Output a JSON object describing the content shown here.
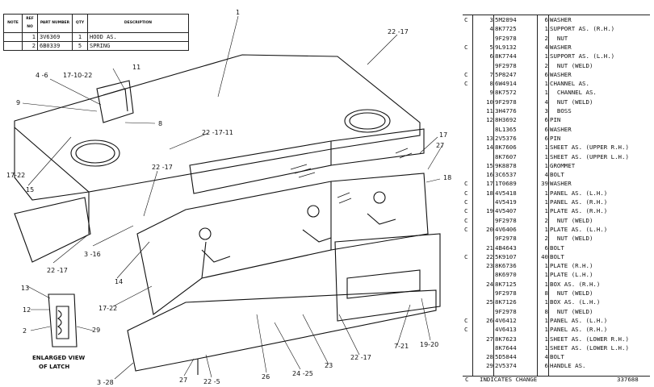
{
  "header_table": {
    "columns": [
      "NOTE",
      "REF NO",
      "PART NUMBER",
      "QTY",
      "DESCRIPTION"
    ],
    "rows": [
      {
        "note": "",
        "ref": "1",
        "part": "3V6369",
        "qty": "1",
        "desc": "HOOD AS."
      },
      {
        "note": "",
        "ref": "2",
        "part": "6B0339",
        "qty": "5",
        "desc": "SPRING"
      }
    ]
  },
  "callouts": [
    "1",
    "22 -17",
    "11",
    "17-10-22",
    "4 -6",
    "9",
    "8",
    "22 -17-11",
    "17",
    "27",
    "18",
    "15",
    "17-22",
    "22 -17",
    "3 -16",
    "22 -17",
    "14",
    "17-22",
    "13",
    "12",
    "2",
    "29",
    "3 -28",
    "27",
    "22 -5",
    "26",
    "24 -25",
    "23",
    "22 -17",
    "7-21",
    "19-20"
  ],
  "latch_caption": [
    "ENLARGED VIEW",
    "OF LATCH"
  ],
  "parts_list": [
    {
      "note": "C",
      "ref": "3",
      "part": "5M2894",
      "qty": "6",
      "desc": "WASHER"
    },
    {
      "note": "",
      "ref": "4",
      "part": "8K7725",
      "qty": "1",
      "desc": "SUPPORT AS. (R.H.)"
    },
    {
      "note": "",
      "ref": "",
      "part": "9F2978",
      "qty": "2",
      "desc": "  NUT"
    },
    {
      "note": "C",
      "ref": "5",
      "part": "9L9132",
      "qty": "4",
      "desc": "WASHER"
    },
    {
      "note": "",
      "ref": "6",
      "part": "8K7744",
      "qty": "1",
      "desc": "SUPPORT AS. (L.H.)"
    },
    {
      "note": "",
      "ref": "",
      "part": "9F2978",
      "qty": "2",
      "desc": "  NUT (WELD)"
    },
    {
      "note": "C",
      "ref": "7",
      "part": "5P8247",
      "qty": "6",
      "desc": "WASHER"
    },
    {
      "note": "C",
      "ref": "8",
      "part": "6W4914",
      "qty": "1",
      "desc": "CHANNEL AS."
    },
    {
      "note": "",
      "ref": "9",
      "part": "8K7572",
      "qty": "1",
      "desc": "  CHANNEL AS."
    },
    {
      "note": "",
      "ref": "10",
      "part": "9F2978",
      "qty": "4",
      "desc": "  NUT (WELD)"
    },
    {
      "note": "",
      "ref": "11",
      "part": "3H4776",
      "qty": "3",
      "desc": "  BOSS"
    },
    {
      "note": "",
      "ref": "12",
      "part": "8H3692",
      "qty": "6",
      "desc": "PIN"
    },
    {
      "note": "",
      "ref": "",
      "part": "8L1365",
      "qty": "6",
      "desc": "WASHER"
    },
    {
      "note": "",
      "ref": "13",
      "part": "2V5376",
      "qty": "6",
      "desc": "PIN"
    },
    {
      "note": "",
      "ref": "14",
      "part": "8K7606",
      "qty": "1",
      "desc": "SHEET AS. (UPPER R.H.)"
    },
    {
      "note": "",
      "ref": "",
      "part": "8K7607",
      "qty": "1",
      "desc": "SHEET AS. (UPPER L.H.)"
    },
    {
      "note": "",
      "ref": "15",
      "part": "9K8878",
      "qty": "1",
      "desc": "GROMMET"
    },
    {
      "note": "",
      "ref": "16",
      "part": "3C6537",
      "qty": "4",
      "desc": "BOLT"
    },
    {
      "note": "C",
      "ref": "17",
      "part": "1T0689",
      "qty": "39",
      "desc": "WASHER"
    },
    {
      "note": "C",
      "ref": "18",
      "part": "4V5418",
      "qty": "1",
      "desc": "PANEL AS. (L.H.)"
    },
    {
      "note": "C",
      "ref": "",
      "part": "4V5419",
      "qty": "1",
      "desc": "PANEL AS. (R.H.)"
    },
    {
      "note": "C",
      "ref": "19",
      "part": "4V5407",
      "qty": "1",
      "desc": "PLATE AS. (R.H.)"
    },
    {
      "note": "C",
      "ref": "",
      "part": "9F2978",
      "qty": "2",
      "desc": "  NUT (WELD)"
    },
    {
      "note": "C",
      "ref": "20",
      "part": "4V6406",
      "qty": "1",
      "desc": "PLATE AS. (L.H.)"
    },
    {
      "note": "",
      "ref": "",
      "part": "9F2978",
      "qty": "2",
      "desc": "  NUT (WELD)"
    },
    {
      "note": "",
      "ref": "21",
      "part": "4B4643",
      "qty": "6",
      "desc": "BOLT"
    },
    {
      "note": "C",
      "ref": "22",
      "part": "5K9107",
      "qty": "40",
      "desc": "BOLT"
    },
    {
      "note": "",
      "ref": "23",
      "part": "8K6736",
      "qty": "1",
      "desc": "PLATE (R.H.)"
    },
    {
      "note": "",
      "ref": "",
      "part": "8K6970",
      "qty": "1",
      "desc": "PLATE (L.H.)"
    },
    {
      "note": "",
      "ref": "24",
      "part": "8K7125",
      "qty": "1",
      "desc": "BOX AS. (R.H.)"
    },
    {
      "note": "",
      "ref": "",
      "part": "9F2978",
      "qty": "8",
      "desc": "  NUT (WELD)"
    },
    {
      "note": "",
      "ref": "25",
      "part": "8K7126",
      "qty": "1",
      "desc": "BOX AS. (L.H.)"
    },
    {
      "note": "",
      "ref": "",
      "part": "9F2978",
      "qty": "8",
      "desc": "  NUT (WELD)"
    },
    {
      "note": "C",
      "ref": "26",
      "part": "4V6412",
      "qty": "1",
      "desc": "PANEL AS. (L.H.)"
    },
    {
      "note": "C",
      "ref": "",
      "part": "4V6413",
      "qty": "1",
      "desc": "PANEL AS. (R.H.)"
    },
    {
      "note": "",
      "ref": "27",
      "part": "8K7623",
      "qty": "1",
      "desc": "SHEET AS. (LOWER R.H.)"
    },
    {
      "note": "",
      "ref": "",
      "part": "8K7644",
      "qty": "1",
      "desc": "SHEET AS. (LOWER L.H.)"
    },
    {
      "note": "",
      "ref": "28",
      "part": "5D5844",
      "qty": "4",
      "desc": "BOLT"
    },
    {
      "note": "",
      "ref": "29",
      "part": "2V5374",
      "qty": "6",
      "desc": "HANDLE AS."
    }
  ],
  "footer": {
    "note": "C",
    "text": "INDICATES CHANGE",
    "code": "337688"
  }
}
